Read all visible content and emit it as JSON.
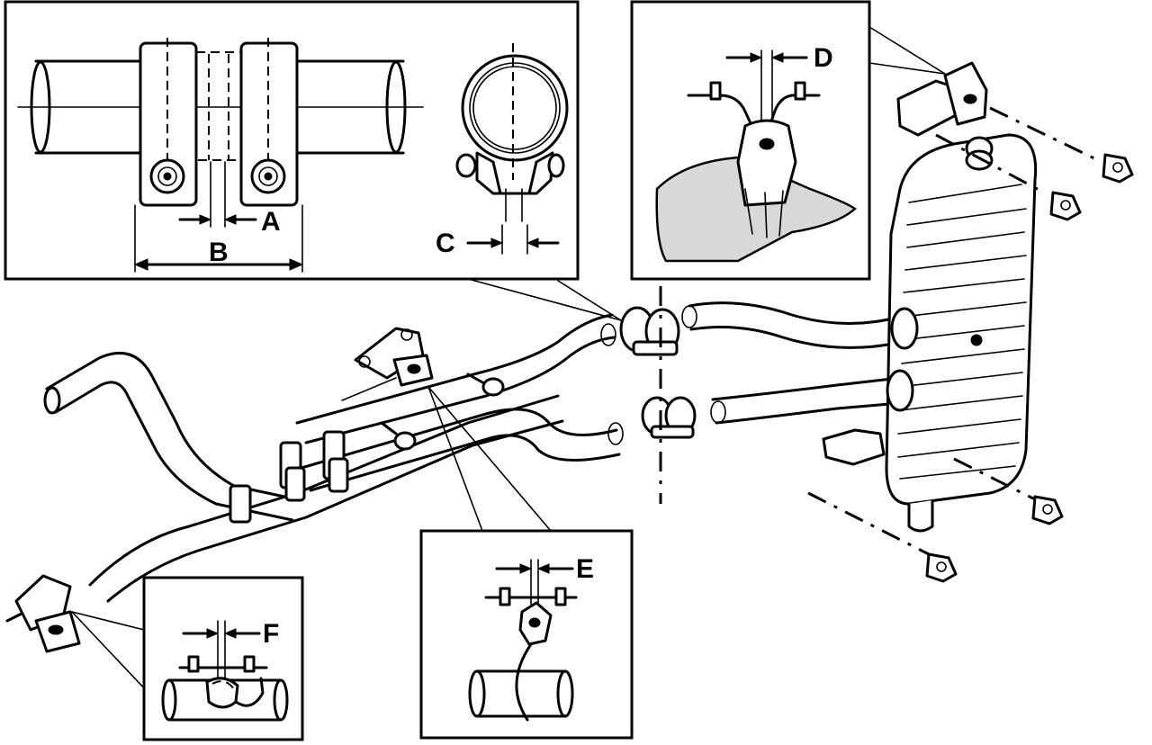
{
  "diagram": {
    "labels": {
      "a": "A",
      "b": "B",
      "c": "C",
      "d": "D",
      "e": "E",
      "f": "F"
    }
  }
}
